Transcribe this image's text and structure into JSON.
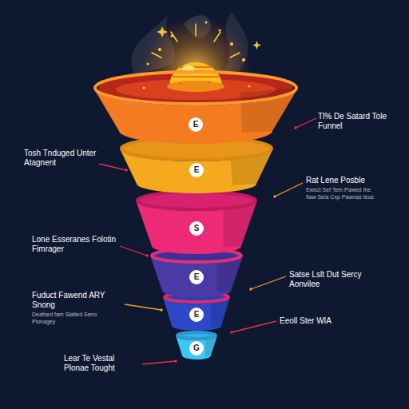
{
  "diagram": {
    "nodes": [
      {
        "text": [
          "E"
        ]
      },
      {
        "text": [
          "E"
        ]
      },
      {
        "text": [
          "S"
        ]
      },
      {
        "text": [
          "E"
        ]
      },
      {
        "text": [
          "E"
        ]
      },
      {
        "text": [
          "G"
        ]
      }
    ],
    "labels": [
      "Tl% De Satard Tole Funnel",
      "Tosh Tnduged Unter Atagnent",
      "Rat Lene Posble",
      "Ewsct Sef Tem Pawed Ihe flaw Seia Cxp Pawnas Ieus",
      "Lone Esseranes Folotin Fimrager",
      "Satse Lslt Dut Sercy Aonvilee",
      "Fuduct Fawend ARY Snong",
      "Deafsed fam Slatled Seno Plonagey",
      "Eeoll Ster WIA",
      "Lear Te Vestal Plonae Tought"
    ]
  }
}
